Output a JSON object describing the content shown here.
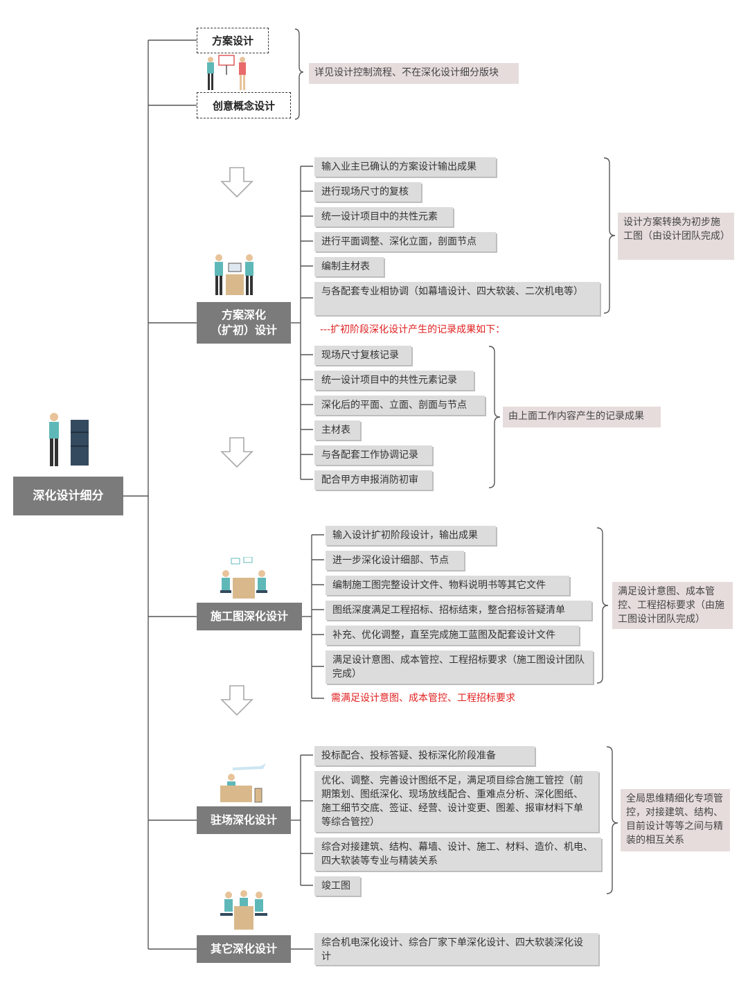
{
  "root": {
    "label": "深化设计细分"
  },
  "top_group": {
    "scheme_label": "方案设计",
    "concept_label": "创意概念设计",
    "note": "详见设计控制流程、不在深化设计细分版块"
  },
  "stage1": {
    "label": "方案深化\n（扩初）设计",
    "items": [
      "输入业主已确认的方案设计输出成果",
      "进行现场尺寸的复核",
      "统一设计项目中的共性元素",
      "进行平面调整、深化立面，剖面节点",
      "编制主材表",
      "与各配套专业相协调（如幕墙设计、四大软装、二次机电等）"
    ],
    "note": "设计方案转换为初步施工图（由设计团队完成）",
    "red_line": "---扩初阶段深化设计产生的记录成果如下：",
    "records": [
      "现场尺寸复核记录",
      "统一设计项目中的共性元素记录",
      "深化后的平面、立面、剖面与节点",
      "主材表",
      "与各配套工作协调记录",
      "配合甲方申报消防初审"
    ],
    "records_note": "由上面工作内容产生的记录成果"
  },
  "stage2": {
    "label": "施工图深化设计",
    "items": [
      "输入设计扩初阶段设计，输出成果",
      "进一步深化设计细部、节点",
      "编制施工图完整设计文件、物料说明书等其它文件",
      "图纸深度满足工程招标、招标结束，整合招标答疑清单",
      "补充、优化调整，直至完成施工蓝图及配套设计文件",
      "满足设计意图、成本管控、工程招标要求（施工图设计团队完成）"
    ],
    "note": "满足设计意图、成本管控、工程招标要求（由施工图设计团队完成）",
    "red_line": "需满足设计意图、成本管控、工程招标要求"
  },
  "stage3": {
    "label": "驻场深化设计",
    "items": [
      "投标配合、投标答疑、投标深化阶段准备",
      "优化、调整、完善设计图纸不足，满足项目综合施工管控（前期策划、图纸深化、现场放线配合、重难点分析、深化图纸、施工细节交底、签证、经营、设计变更、图差、报审材料下单等综合管控）",
      "综合对接建筑、结构、幕墙、设计、施工、材料、造价、机电、四大软装等专业与精装关系",
      "竣工图"
    ],
    "note": "全局思维精细化专项管控，对接建筑、结构、目前设计等等之间与精装的相互关系"
  },
  "stage4": {
    "label": "其它深化设计",
    "items": [
      "综合机电深化设计、综合厂家下单深化设计、四大软装深化设计"
    ]
  },
  "colors": {
    "node_bg": "#7b7b7b",
    "item_bg": "#dcdcdc",
    "note_bg": "#e6dcdc",
    "red_text": "#e02020",
    "figure_teal": "#5fb8b8",
    "figure_navy": "#344a5e",
    "desk": "#d9b98c"
  },
  "icons": [
    "down-arrow-icon",
    "people-figure-icon",
    "brace-icon"
  ]
}
